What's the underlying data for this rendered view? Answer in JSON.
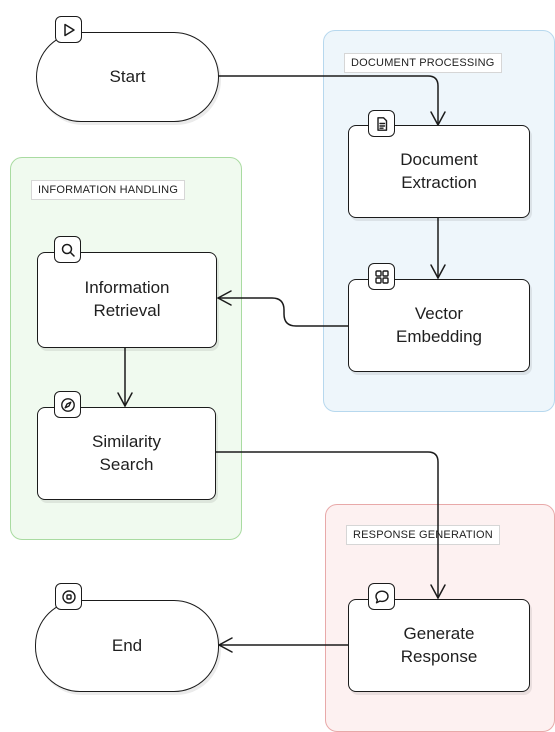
{
  "groups": {
    "document_processing": "DOCUMENT PROCESSING",
    "information_handling": "INFORMATION HANDLING",
    "response_generation": "RESPONSE GENERATION"
  },
  "nodes": {
    "start": "Start",
    "document_extraction": "Document\nExtraction",
    "vector_embedding": "Vector\nEmbedding",
    "information_retrieval": "Information\nRetrieval",
    "similarity_search": "Similarity\nSearch",
    "generate_response": "Generate\nResponse",
    "end": "End"
  },
  "icons": {
    "start": "play-icon",
    "document_extraction": "document-icon",
    "vector_embedding": "grid-icon",
    "information_retrieval": "search-icon",
    "similarity_search": "compass-icon",
    "generate_response": "chat-bubble-icon",
    "end": "stop-icon"
  },
  "edges": [
    [
      "start",
      "document_extraction"
    ],
    [
      "document_extraction",
      "vector_embedding"
    ],
    [
      "vector_embedding",
      "information_retrieval"
    ],
    [
      "information_retrieval",
      "similarity_search"
    ],
    [
      "similarity_search",
      "generate_response"
    ],
    [
      "generate_response",
      "end"
    ]
  ],
  "colors": {
    "document_processing_fill": "#eef6fb",
    "document_processing_border": "#b7d8ee",
    "information_handling_fill": "#f0faef",
    "information_handling_border": "#a9dba1",
    "response_generation_fill": "#fdf1f1",
    "response_generation_border": "#e8a9a9",
    "stroke": "#1b1b1b"
  }
}
